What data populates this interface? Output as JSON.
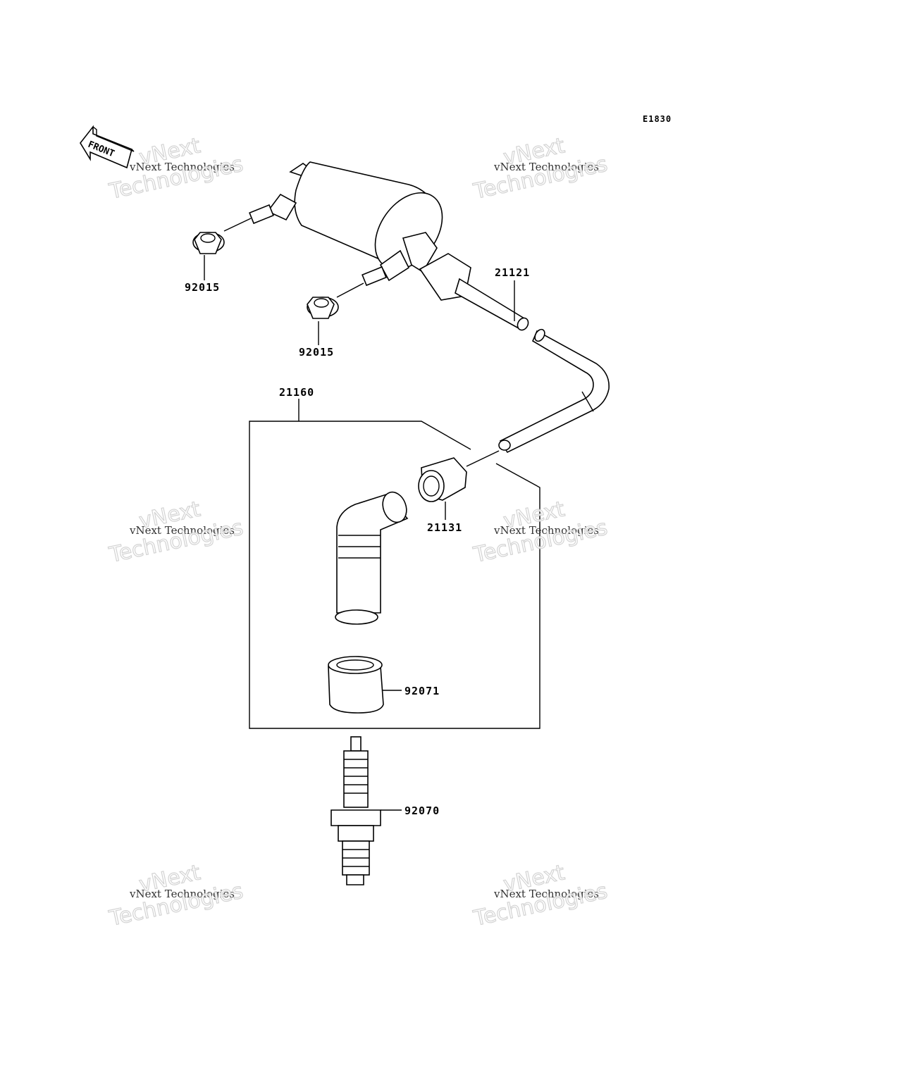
{
  "diagram_code": "E1830",
  "front_arrow_label": "FRONT",
  "parts": [
    {
      "number": "92015"
    },
    {
      "number": "92015"
    },
    {
      "number": "21121"
    },
    {
      "number": "21160"
    },
    {
      "number": "21131"
    },
    {
      "number": "92071"
    },
    {
      "number": "92070"
    }
  ],
  "watermark": {
    "brand": "vNext",
    "line": "vNext Technologies",
    "big": "Technologies"
  }
}
